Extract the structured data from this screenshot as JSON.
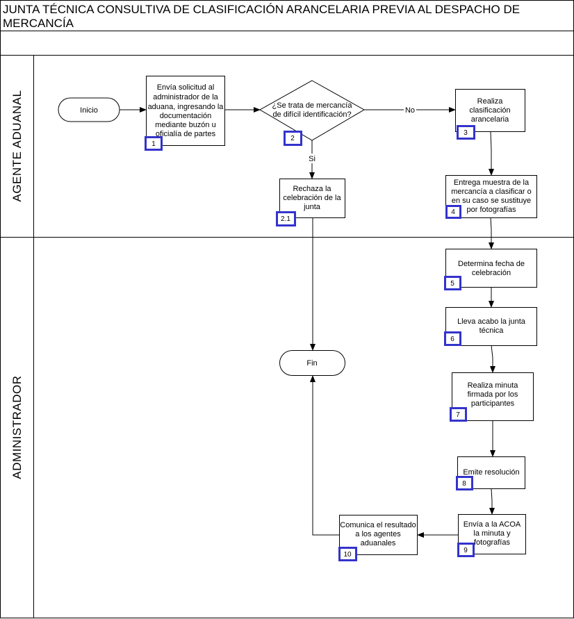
{
  "title": {
    "line1": "JUNTA TÉCNICA CONSULTIVA DE CLASIFICACIÓN ARANCELARIA PREVIA AL DESPACHO DE",
    "line2": "MERCANCÍA"
  },
  "lanes": [
    {
      "id": "agente",
      "label": "AGENTE ADUANAL"
    },
    {
      "id": "admin",
      "label": "ADMINISTRADOR"
    }
  ],
  "nodes": [
    {
      "id": "inicio",
      "type": "terminal",
      "lines": [
        "Inicio"
      ]
    },
    {
      "id": "n1",
      "type": "process",
      "lines": [
        "Envía solicitud al",
        "administrador de la",
        "aduana, ingresando la",
        "documentación",
        "mediante buzón u",
        "oficialía de partes"
      ],
      "badge": "1"
    },
    {
      "id": "n2",
      "type": "decision",
      "lines": [
        "¿Se trata de mercancía",
        "de difícil identificación?"
      ],
      "badge": "2"
    },
    {
      "id": "n3",
      "type": "process",
      "lines": [
        "Realiza",
        "clasificación",
        "arancelaria"
      ],
      "badge": "3"
    },
    {
      "id": "n21",
      "type": "process",
      "lines": [
        "Rechaza la",
        "celebración de la",
        "junta"
      ],
      "badge": "2.1"
    },
    {
      "id": "n4",
      "type": "process",
      "lines": [
        "Entrega muestra de la",
        "mercancía a clasificar o",
        "en su caso se sustituye",
        "por fotografías"
      ],
      "badge": "4"
    },
    {
      "id": "n5",
      "type": "process",
      "lines": [
        "Determina fecha de",
        "celebración"
      ],
      "badge": "5"
    },
    {
      "id": "n6",
      "type": "process",
      "lines": [
        "Lleva acabo la junta",
        "técnica"
      ],
      "badge": "6"
    },
    {
      "id": "fin",
      "type": "terminal",
      "lines": [
        "Fin"
      ]
    },
    {
      "id": "n7",
      "type": "process",
      "lines": [
        "Realiza minuta",
        "firmada por los",
        "participantes"
      ],
      "badge": "7"
    },
    {
      "id": "n8",
      "type": "process",
      "lines": [
        "Emite resolución"
      ],
      "badge": "8"
    },
    {
      "id": "n9",
      "type": "process",
      "lines": [
        "Envía a la ACOA",
        "la minuta  y",
        "fotografías"
      ],
      "badge": "9"
    },
    {
      "id": "n10",
      "type": "process",
      "lines": [
        "Comunica el resultado",
        "a los agentes",
        "aduanales"
      ],
      "badge": "10"
    }
  ],
  "edges": [
    {
      "from": "inicio",
      "to": "n1",
      "label": ""
    },
    {
      "from": "n1",
      "to": "n2",
      "label": ""
    },
    {
      "from": "n2",
      "to": "n3",
      "label": "No"
    },
    {
      "from": "n2",
      "to": "n21",
      "label": "Si"
    },
    {
      "from": "n3",
      "to": "n4",
      "label": ""
    },
    {
      "from": "n4",
      "to": "n5",
      "label": ""
    },
    {
      "from": "n5",
      "to": "n6",
      "label": ""
    },
    {
      "from": "n6",
      "to": "n7",
      "label": ""
    },
    {
      "from": "n7",
      "to": "n8",
      "label": ""
    },
    {
      "from": "n8",
      "to": "n9",
      "label": ""
    },
    {
      "from": "n9",
      "to": "n10",
      "label": ""
    },
    {
      "from": "n10",
      "to": "fin",
      "label": ""
    },
    {
      "from": "n21",
      "to": "fin",
      "label": ""
    }
  ]
}
